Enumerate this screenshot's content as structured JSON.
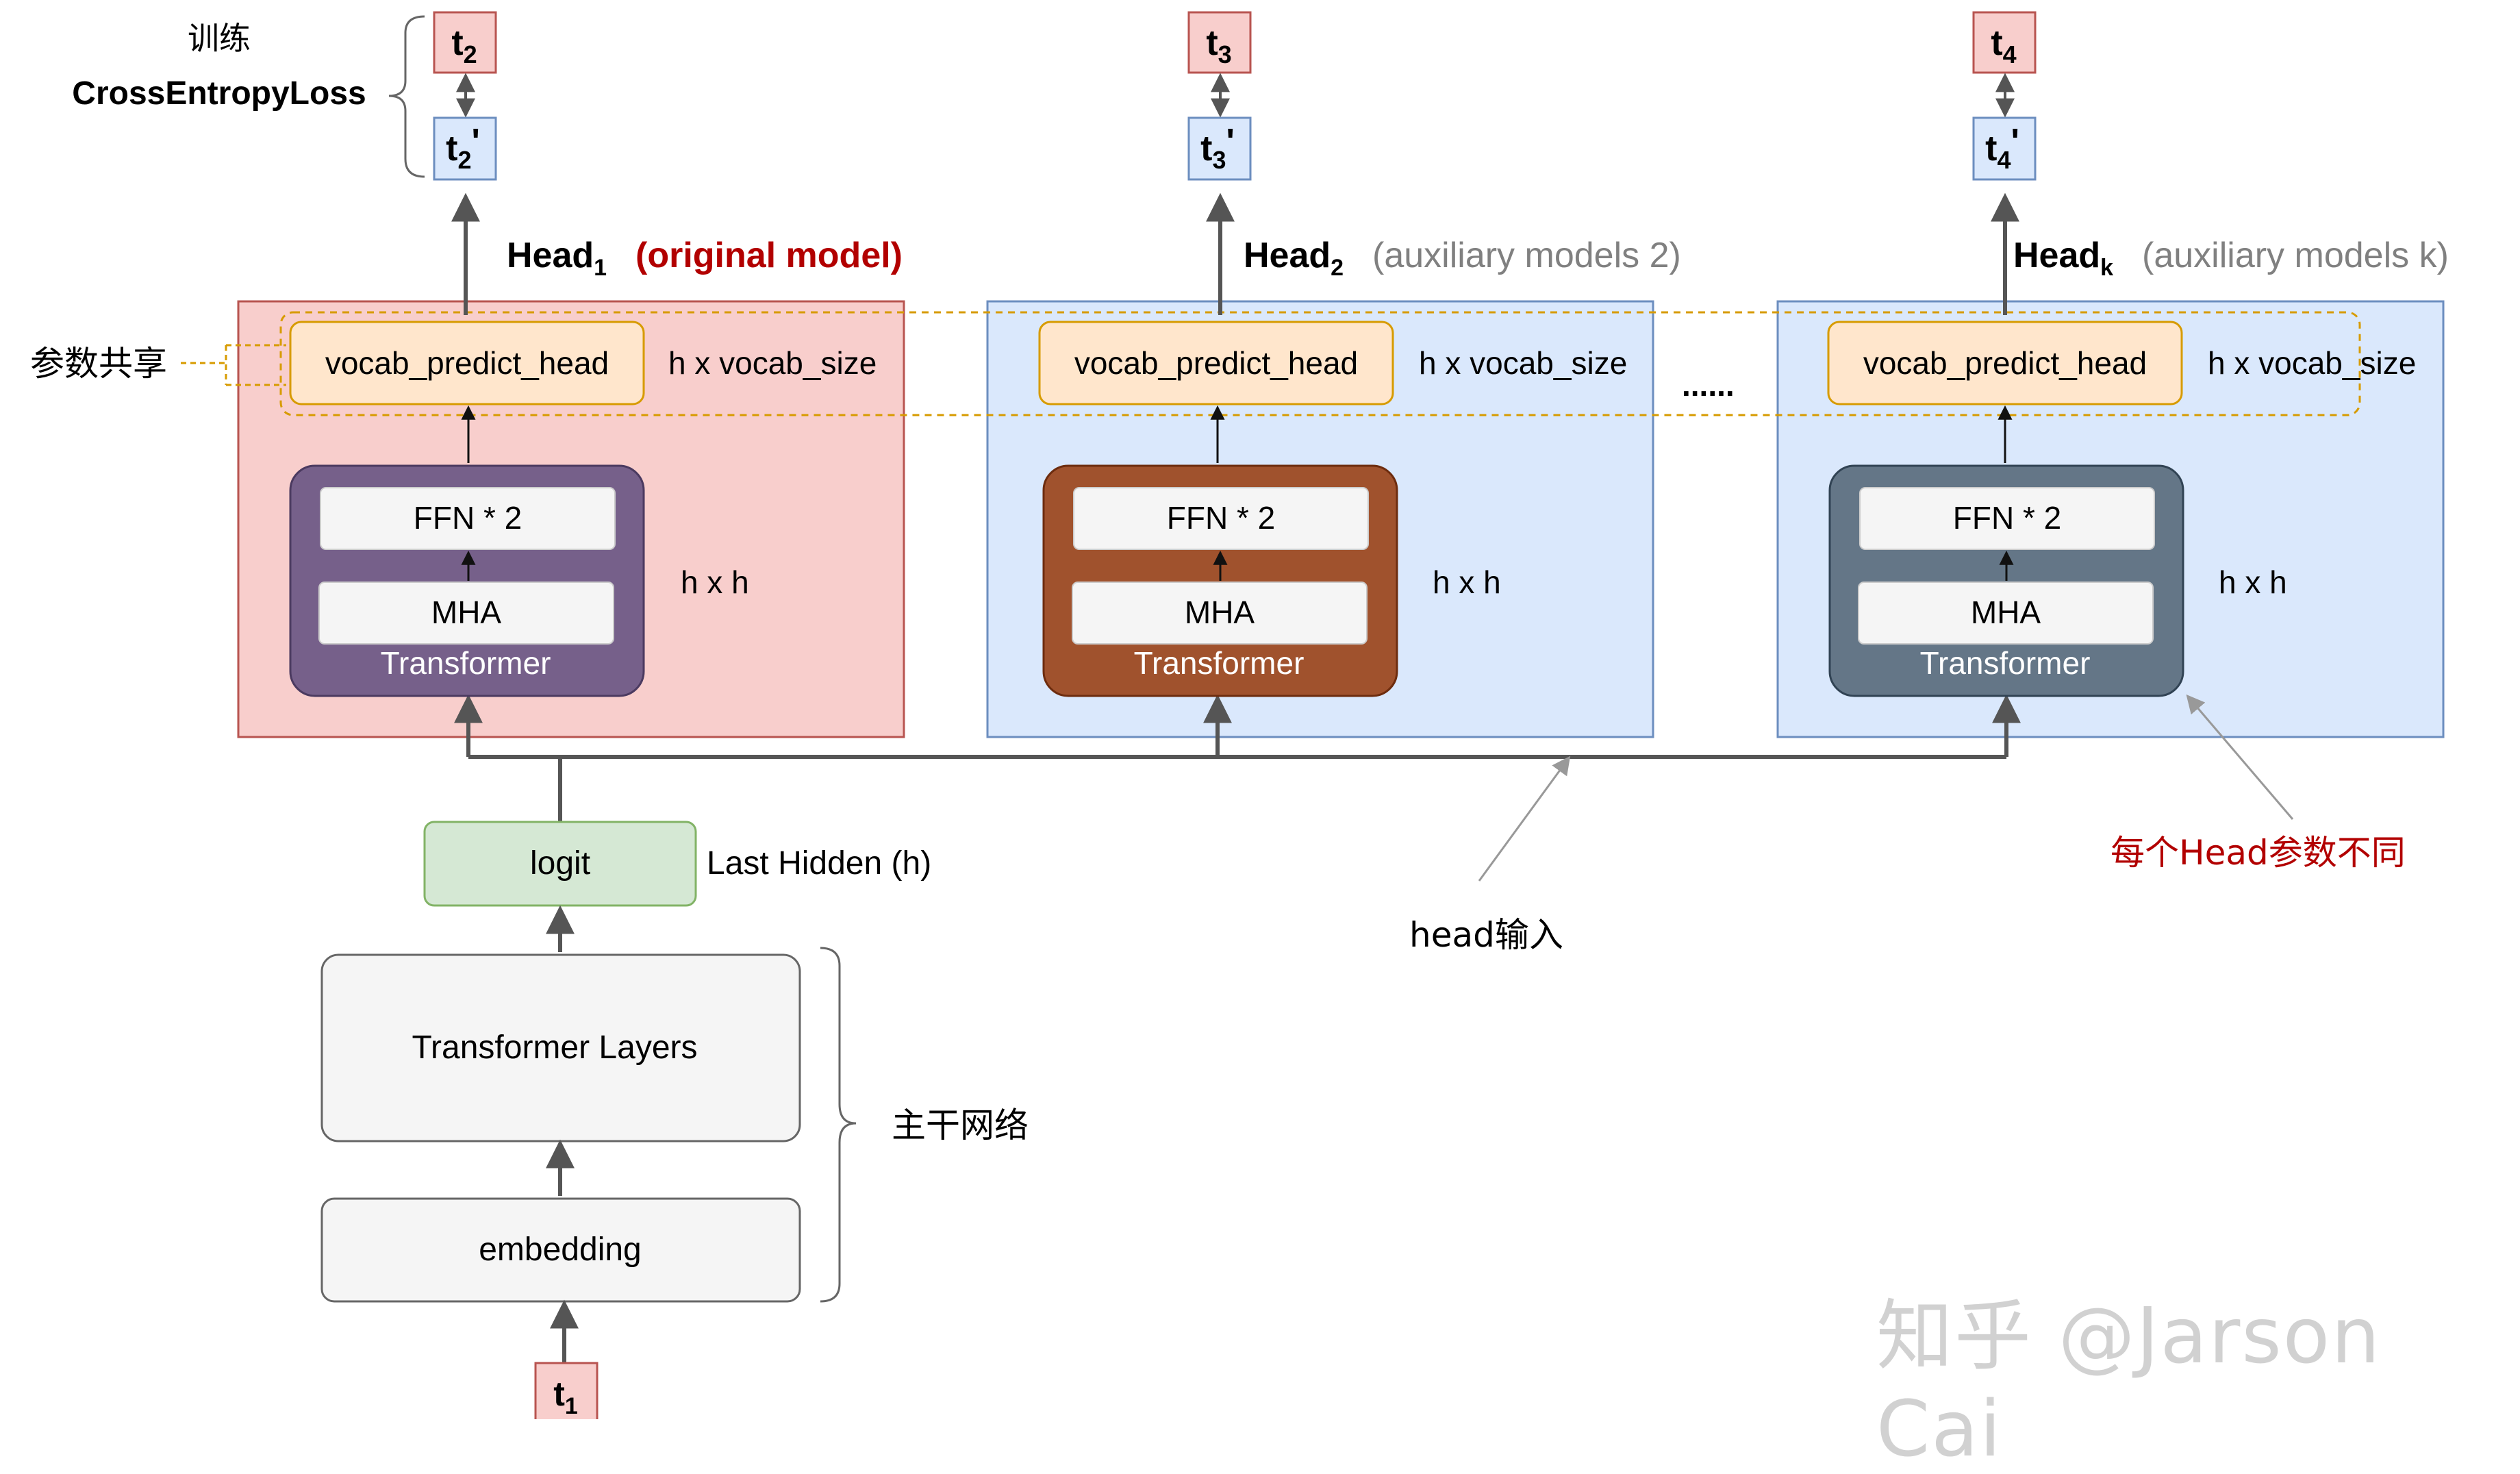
{
  "training": {
    "label": "训练",
    "loss": "CrossEntropyLoss"
  },
  "heads": [
    {
      "target": {
        "base": "t",
        "sub": "2",
        "prime": ""
      },
      "prediction": {
        "base": "t",
        "sub": "2",
        "prime": "'"
      },
      "name": {
        "base": "Head",
        "sub": "1"
      },
      "desc": "(original model)",
      "vocab_head": "vocab_predict_head",
      "vocab_size": "h x vocab_size",
      "ffn": "FFN * 2",
      "mha": "MHA",
      "transformer": "Transformer",
      "dims": "h x h"
    },
    {
      "target": {
        "base": "t",
        "sub": "3",
        "prime": ""
      },
      "prediction": {
        "base": "t",
        "sub": "3",
        "prime": "'"
      },
      "name": {
        "base": "Head",
        "sub": "2"
      },
      "desc": "(auxiliary models 2)",
      "vocab_head": "vocab_predict_head",
      "vocab_size": "h x vocab_size",
      "ffn": "FFN * 2",
      "mha": "MHA",
      "transformer": "Transformer",
      "dims": "h x h"
    },
    {
      "target": {
        "base": "t",
        "sub": "4",
        "prime": ""
      },
      "prediction": {
        "base": "t",
        "sub": "4",
        "prime": "'"
      },
      "name": {
        "base": "Head",
        "sub": "k"
      },
      "desc": "(auxiliary models k)",
      "vocab_head": "vocab_predict_head",
      "vocab_size": "h x vocab_size",
      "ffn": "FFN * 2",
      "mha": "MHA",
      "transformer": "Transformer",
      "dims": "h x h"
    }
  ],
  "ellipsis": "......",
  "param_sharing": "参数共享",
  "different_params": "每个Head参数不同",
  "head_input": "head输入",
  "logit": "logit",
  "last_hidden": "Last Hidden (h)",
  "transformer_layers": "Transformer Layers",
  "embedding": "embedding",
  "backbone": "主干网络",
  "input_token": {
    "base": "t",
    "sub": "1"
  },
  "watermark": "知乎 @Jarson Cai",
  "colors": {
    "head1_bg": "#f8cecc",
    "head1_border": "#b85450",
    "aux_bg": "#dae8fc",
    "aux_border": "#6c8ebf",
    "vocab_bg": "#ffe6cc",
    "vocab_border": "#d79b00",
    "transformer1": "#76608a",
    "transformer2": "#a0522d",
    "transformer3": "#647687",
    "logit_bg": "#d5e8d4",
    "logit_border": "#82b366",
    "accent_red": "#b20000",
    "gray_text": "#808080"
  }
}
